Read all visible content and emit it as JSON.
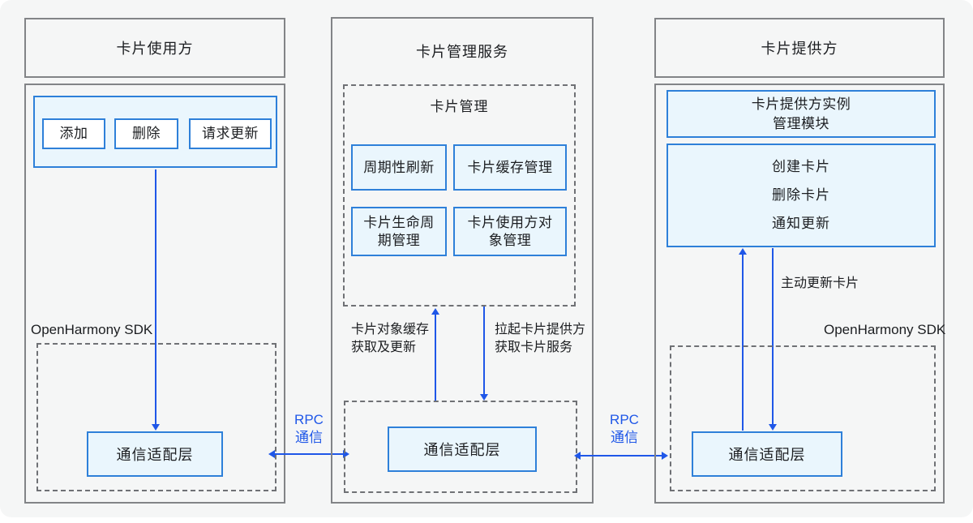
{
  "diagram": {
    "consumer": {
      "title": "卡片使用方",
      "actions": [
        "添加",
        "删除",
        "请求更新"
      ],
      "sdk_label": "OpenHarmony SDK",
      "comm_layer": "通信适配层"
    },
    "manager": {
      "title": "卡片管理服务",
      "group_title": "卡片管理",
      "modules": [
        "周期性刷新",
        "卡片缓存管理",
        "卡片生命周期管理",
        "卡片使用方对象管理"
      ],
      "cache_label": {
        "l1": "卡片对象缓存",
        "l2": "获取及更新"
      },
      "launch_label": {
        "l1": "拉起卡片提供方",
        "l2": "获取卡片服务"
      },
      "comm_layer": "通信适配层"
    },
    "provider": {
      "title": "卡片提供方",
      "instance_module": {
        "l1": "卡片提供方实例",
        "l2": "管理模块"
      },
      "capabilities": [
        "创建卡片",
        "删除卡片",
        "通知更新"
      ],
      "update_label": "主动更新卡片",
      "sdk_label": "OpenHarmony SDK",
      "comm_layer": "通信适配层"
    },
    "rpc": {
      "l1": "RPC",
      "l2": "通信"
    }
  },
  "colors": {
    "background": "#f5f6f6",
    "box_border": "#828487",
    "dashed_border": "#6f7175",
    "blue_box_border": "#2e80d9",
    "blue_box_fill": "#eaf6fd",
    "arrow_blue": "#1f57e8",
    "text": "#1c1e21"
  }
}
